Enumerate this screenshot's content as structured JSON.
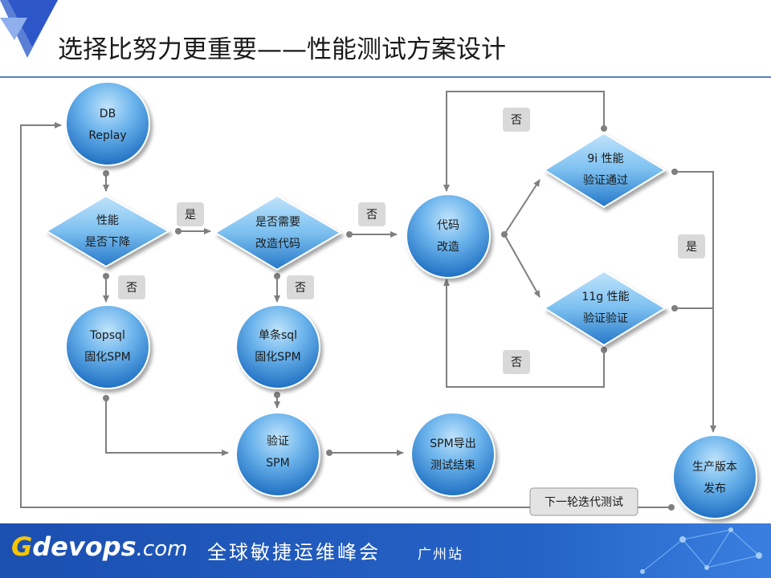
{
  "title": "选择比努力更重要——性能测试方案设计",
  "nodes": {
    "db_replay": [
      "DB",
      "Replay"
    ],
    "perf_drop": [
      "性能",
      "是否下降"
    ],
    "need_code": [
      "是否需要",
      "改造代码"
    ],
    "code_mod": [
      "代码",
      "改造"
    ],
    "v9i": [
      "9i 性能",
      "验证通过"
    ],
    "v11g": [
      "11g 性能",
      "验证验证"
    ],
    "topsql": [
      "Topsql",
      "固化SPM"
    ],
    "single_sql": [
      "单条sql",
      "固化SPM"
    ],
    "verify_spm": [
      "验证",
      "SPM"
    ],
    "spm_export": [
      "SPM导出",
      "测试结束"
    ],
    "release": [
      "生产版本",
      "发布"
    ]
  },
  "tags": {
    "yes_1": "是",
    "no_1": "否",
    "no_2": "否",
    "no_3": "否",
    "no_4": "否",
    "no_5": "否",
    "yes_2": "是",
    "next_round": "下一轮迭代测试"
  },
  "footer": {
    "brand_g": "G",
    "brand_main": "devops",
    "brand_com": ".com",
    "conference": "全球敏捷运维峰会",
    "city": "广州站"
  },
  "colors": {
    "node_light": "#9fd3f7",
    "node_dark": "#1f6fc2",
    "arrow": "#7f7f7f",
    "tag": "#d9d9d9",
    "footer": "#1b4fb0",
    "rule": "#5b7fc2"
  }
}
